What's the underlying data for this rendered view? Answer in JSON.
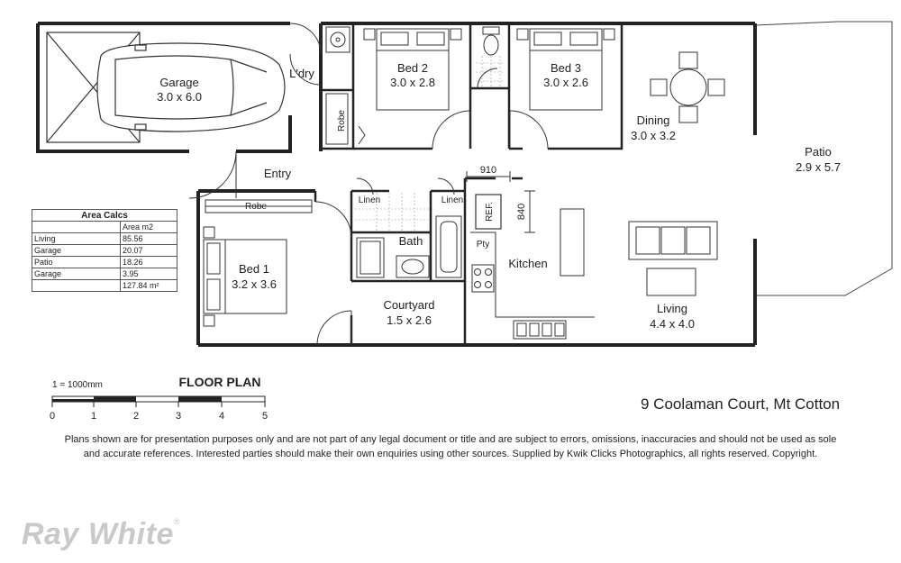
{
  "rooms": {
    "garage": {
      "name": "Garage",
      "size": "3.0 x 6.0"
    },
    "laundry": {
      "name": "L'dry"
    },
    "bed2": {
      "name": "Bed 2",
      "size": "3.0 x 2.8"
    },
    "bed3": {
      "name": "Bed 3",
      "size": "3.0 x 2.6"
    },
    "dining": {
      "name": "Dining",
      "size": "3.0 x 3.2"
    },
    "patio": {
      "name": "Patio",
      "size": "2.9 x 5.7"
    },
    "entry": {
      "name": "Entry"
    },
    "robe_upper": {
      "name": "Robe"
    },
    "robe_bed1": {
      "name": "Robe"
    },
    "bed1": {
      "name": "Bed 1",
      "size": "3.2 x 3.6"
    },
    "linen1": {
      "name": "Linen"
    },
    "linen2": {
      "name": "Linen"
    },
    "bath": {
      "name": "Bath"
    },
    "courtyard": {
      "name": "Courtyard",
      "size": "1.5 x 2.6"
    },
    "pantry": {
      "name": "Pty"
    },
    "kitchen": {
      "name": "Kitchen"
    },
    "living": {
      "name": "Living",
      "size": "4.4 x 4.0"
    },
    "fridge": {
      "name": "REF."
    }
  },
  "dimensions": {
    "width_label": "910",
    "depth_label": "840"
  },
  "area_calcs": {
    "title": "Area Calcs",
    "column_header": "Area m2",
    "rows": [
      {
        "label": "Living",
        "value": "85.56"
      },
      {
        "label": "Garage",
        "value": "20.07"
      },
      {
        "label": "Patio",
        "value": "18.26"
      },
      {
        "label": "Garage",
        "value": "3.95"
      }
    ],
    "total": "127.84 m²"
  },
  "scale": {
    "ratio": "1 = 1000mm",
    "title": "FLOOR PLAN",
    "ticks": [
      "0",
      "1",
      "2",
      "3",
      "4",
      "5"
    ]
  },
  "address": "9 Coolaman Court, Mt Cotton",
  "disclaimer": {
    "line1": "Plans shown are for presentation purposes only and are not part of any legal document or title and are subject to errors, omissions, inaccuracies and should not be used as sole",
    "line2": "and accurate references. Interested parties should make their own enquiries using other sources. Supplied by Kwik Clicks Photographics, all rights reserved.  Copyright."
  },
  "brand": {
    "name": "Ray White",
    "mark": "®"
  }
}
